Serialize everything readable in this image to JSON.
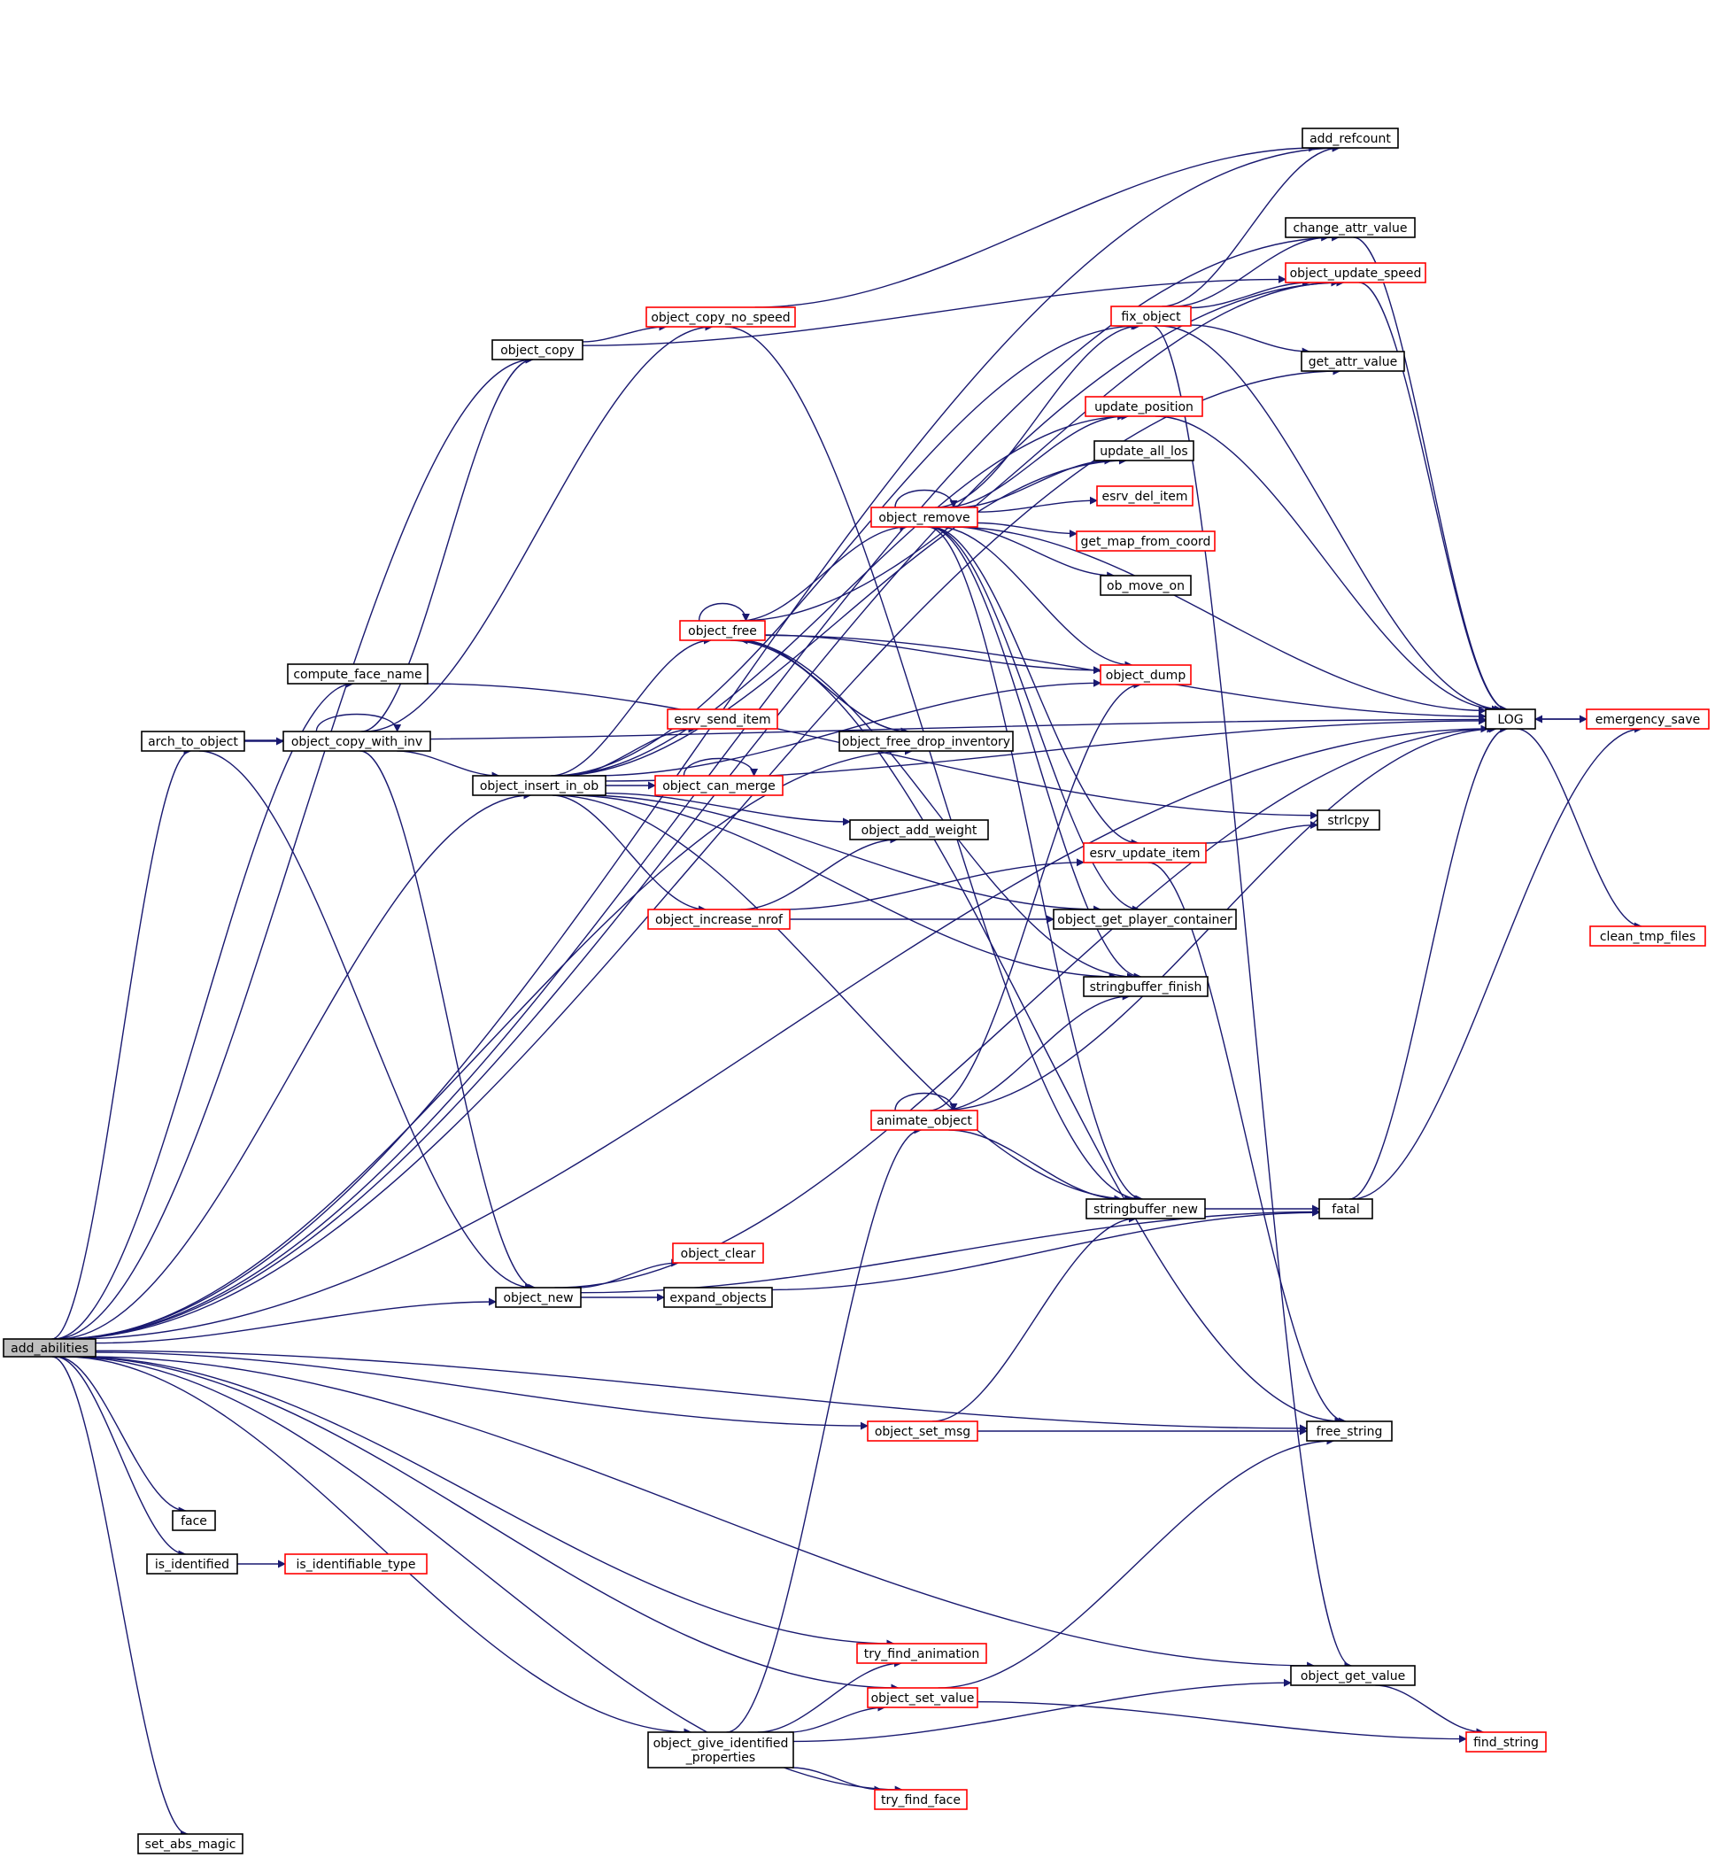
{
  "colors": {
    "edge": "#191970",
    "root_fill": "#bfbfbf",
    "root_border": "#000000",
    "complete_border": "#000000",
    "incomplete_border": "#ff0000",
    "node_fill": "#ffffff"
  },
  "nodes": [
    {
      "id": "add_abilities",
      "label": "add_abilities",
      "style": "root"
    },
    {
      "id": "add_refcount",
      "label": "add_refcount",
      "style": "black"
    },
    {
      "id": "change_attr_value",
      "label": "change_attr_value",
      "style": "black"
    },
    {
      "id": "object_update_speed",
      "label": "object_update_speed",
      "style": "red"
    },
    {
      "id": "fix_object",
      "label": "fix_object",
      "style": "red"
    },
    {
      "id": "get_attr_value",
      "label": "get_attr_value",
      "style": "black"
    },
    {
      "id": "object_copy_no_speed",
      "label": "object_copy_no_speed",
      "style": "red"
    },
    {
      "id": "object_copy",
      "label": "object_copy",
      "style": "black"
    },
    {
      "id": "update_position",
      "label": "update_position",
      "style": "red"
    },
    {
      "id": "update_all_los",
      "label": "update_all_los",
      "style": "black"
    },
    {
      "id": "object_remove",
      "label": "object_remove",
      "style": "red"
    },
    {
      "id": "esrv_del_item",
      "label": "esrv_del_item",
      "style": "red"
    },
    {
      "id": "get_map_from_coord",
      "label": "get_map_from_coord",
      "style": "red"
    },
    {
      "id": "ob_move_on",
      "label": "ob_move_on",
      "style": "black"
    },
    {
      "id": "object_free",
      "label": "object_free",
      "style": "red"
    },
    {
      "id": "object_dump",
      "label": "object_dump",
      "style": "red"
    },
    {
      "id": "compute_face_name",
      "label": "compute_face_name",
      "style": "black"
    },
    {
      "id": "LOG",
      "label": "LOG",
      "style": "black"
    },
    {
      "id": "emergency_save",
      "label": "emergency_save",
      "style": "red"
    },
    {
      "id": "esrv_send_item",
      "label": "esrv_send_item",
      "style": "red"
    },
    {
      "id": "arch_to_object",
      "label": "arch_to_object",
      "style": "black"
    },
    {
      "id": "object_copy_with_inv",
      "label": "object_copy_with_inv",
      "style": "black"
    },
    {
      "id": "object_free_drop_inventory",
      "label": "object_free_drop_inventory",
      "style": "black"
    },
    {
      "id": "object_insert_in_ob",
      "label": "object_insert_in_ob",
      "style": "black"
    },
    {
      "id": "object_can_merge",
      "label": "object_can_merge",
      "style": "red"
    },
    {
      "id": "strlcpy",
      "label": "strlcpy",
      "style": "black"
    },
    {
      "id": "object_add_weight",
      "label": "object_add_weight",
      "style": "black"
    },
    {
      "id": "esrv_update_item",
      "label": "esrv_update_item",
      "style": "red"
    },
    {
      "id": "object_increase_nrof",
      "label": "object_increase_nrof",
      "style": "red"
    },
    {
      "id": "object_get_player_container",
      "label": "object_get_player_container",
      "style": "black"
    },
    {
      "id": "clean_tmp_files",
      "label": "clean_tmp_files",
      "style": "red"
    },
    {
      "id": "stringbuffer_finish",
      "label": "stringbuffer_finish",
      "style": "black"
    },
    {
      "id": "animate_object",
      "label": "animate_object",
      "style": "red"
    },
    {
      "id": "stringbuffer_new",
      "label": "stringbuffer_new",
      "style": "black"
    },
    {
      "id": "fatal",
      "label": "fatal",
      "style": "black"
    },
    {
      "id": "object_clear",
      "label": "object_clear",
      "style": "red"
    },
    {
      "id": "object_new",
      "label": "object_new",
      "style": "black"
    },
    {
      "id": "expand_objects",
      "label": "expand_objects",
      "style": "black"
    },
    {
      "id": "object_set_msg",
      "label": "object_set_msg",
      "style": "red"
    },
    {
      "id": "free_string",
      "label": "free_string",
      "style": "black"
    },
    {
      "id": "face",
      "label": "face",
      "style": "black"
    },
    {
      "id": "is_identified",
      "label": "is_identified",
      "style": "black"
    },
    {
      "id": "is_identifiable_type",
      "label": "is_identifiable_type",
      "style": "red"
    },
    {
      "id": "try_find_animation",
      "label": "try_find_animation",
      "style": "red"
    },
    {
      "id": "object_get_value",
      "label": "object_get_value",
      "style": "black"
    },
    {
      "id": "object_set_value",
      "label": "object_set_value",
      "style": "red"
    },
    {
      "id": "find_string",
      "label": "find_string",
      "style": "red"
    },
    {
      "id": "object_give_identified_properties",
      "label": "object_give_identified\n_properties",
      "style": "black"
    },
    {
      "id": "try_find_face",
      "label": "try_find_face",
      "style": "red"
    },
    {
      "id": "set_abs_magic",
      "label": "set_abs_magic",
      "style": "black"
    }
  ],
  "edges": [
    [
      "add_abilities",
      "add_refcount"
    ],
    [
      "add_abilities",
      "change_attr_value"
    ],
    [
      "add_abilities",
      "object_update_speed"
    ],
    [
      "add_abilities",
      "get_attr_value"
    ],
    [
      "add_abilities",
      "LOG"
    ],
    [
      "add_abilities",
      "object_copy"
    ],
    [
      "add_abilities",
      "compute_face_name"
    ],
    [
      "add_abilities",
      "arch_to_object"
    ],
    [
      "add_abilities",
      "object_insert_in_ob"
    ],
    [
      "add_abilities",
      "object_free_drop_inventory"
    ],
    [
      "add_abilities",
      "object_new"
    ],
    [
      "add_abilities",
      "object_set_msg"
    ],
    [
      "add_abilities",
      "free_string"
    ],
    [
      "add_abilities",
      "face"
    ],
    [
      "add_abilities",
      "is_identified"
    ],
    [
      "add_abilities",
      "object_get_value"
    ],
    [
      "add_abilities",
      "try_find_animation"
    ],
    [
      "add_abilities",
      "object_set_value"
    ],
    [
      "add_abilities",
      "object_give_identified_properties"
    ],
    [
      "add_abilities",
      "try_find_face"
    ],
    [
      "add_abilities",
      "set_abs_magic"
    ],
    [
      "arch_to_object",
      "object_copy_with_inv"
    ],
    [
      "arch_to_object",
      "object_new"
    ],
    [
      "arch_to_object",
      "LOG"
    ],
    [
      "object_copy_with_inv",
      "object_copy_with_inv"
    ],
    [
      "object_copy_with_inv",
      "object_copy"
    ],
    [
      "object_copy_with_inv",
      "object_copy_no_speed"
    ],
    [
      "object_copy_with_inv",
      "object_insert_in_ob"
    ],
    [
      "object_copy_with_inv",
      "object_new"
    ],
    [
      "object_copy",
      "object_copy_no_speed"
    ],
    [
      "object_copy",
      "object_update_speed"
    ],
    [
      "object_copy_no_speed",
      "add_refcount"
    ],
    [
      "object_copy_no_speed",
      "stringbuffer_new"
    ],
    [
      "compute_face_name",
      "strlcpy"
    ],
    [
      "object_insert_in_ob",
      "object_free"
    ],
    [
      "object_insert_in_ob",
      "esrv_send_item"
    ],
    [
      "object_insert_in_ob",
      "object_can_merge"
    ],
    [
      "object_insert_in_ob",
      "object_add_weight"
    ],
    [
      "object_insert_in_ob",
      "object_increase_nrof"
    ],
    [
      "object_insert_in_ob",
      "fix_object"
    ],
    [
      "object_insert_in_ob",
      "update_position"
    ],
    [
      "object_insert_in_ob",
      "update_all_los"
    ],
    [
      "object_insert_in_ob",
      "object_dump"
    ],
    [
      "object_insert_in_ob",
      "object_get_player_container"
    ],
    [
      "object_insert_in_ob",
      "stringbuffer_finish"
    ],
    [
      "object_insert_in_ob",
      "LOG"
    ],
    [
      "object_insert_in_ob",
      "stringbuffer_new"
    ],
    [
      "object_can_merge",
      "object_can_merge"
    ],
    [
      "object_increase_nrof",
      "object_add_weight"
    ],
    [
      "object_increase_nrof",
      "esrv_update_item"
    ],
    [
      "object_increase_nrof",
      "object_get_player_container"
    ],
    [
      "object_free",
      "object_free"
    ],
    [
      "object_free",
      "object_remove"
    ],
    [
      "object_free",
      "object_free_drop_inventory"
    ],
    [
      "object_free",
      "object_dump"
    ],
    [
      "object_free",
      "LOG"
    ],
    [
      "object_free",
      "object_update_speed"
    ],
    [
      "object_free",
      "free_string"
    ],
    [
      "object_free",
      "stringbuffer_finish"
    ],
    [
      "object_free_drop_inventory",
      "object_free"
    ],
    [
      "object_remove",
      "object_remove"
    ],
    [
      "object_remove",
      "fix_object"
    ],
    [
      "object_remove",
      "update_position"
    ],
    [
      "object_remove",
      "update_all_los"
    ],
    [
      "object_remove",
      "esrv_del_item"
    ],
    [
      "object_remove",
      "get_map_from_coord"
    ],
    [
      "object_remove",
      "ob_move_on"
    ],
    [
      "object_remove",
      "object_dump"
    ],
    [
      "object_remove",
      "LOG"
    ],
    [
      "object_remove",
      "esrv_update_item"
    ],
    [
      "object_remove",
      "object_get_player_container"
    ],
    [
      "object_remove",
      "stringbuffer_finish"
    ],
    [
      "object_remove",
      "stringbuffer_new"
    ],
    [
      "fix_object",
      "add_refcount"
    ],
    [
      "fix_object",
      "change_attr_value"
    ],
    [
      "fix_object",
      "object_update_speed"
    ],
    [
      "fix_object",
      "get_attr_value"
    ],
    [
      "fix_object",
      "LOG"
    ],
    [
      "fix_object",
      "object_get_value"
    ],
    [
      "change_attr_value",
      "LOG"
    ],
    [
      "object_update_speed",
      "LOG"
    ],
    [
      "update_position",
      "LOG"
    ],
    [
      "esrv_update_item",
      "strlcpy"
    ],
    [
      "esrv_update_item",
      "free_string"
    ],
    [
      "LOG",
      "emergency_save"
    ],
    [
      "LOG",
      "clean_tmp_files"
    ],
    [
      "emergency_save",
      "LOG"
    ],
    [
      "animate_object",
      "animate_object"
    ],
    [
      "animate_object",
      "object_dump"
    ],
    [
      "animate_object",
      "stringbuffer_finish"
    ],
    [
      "animate_object",
      "LOG"
    ],
    [
      "animate_object",
      "stringbuffer_new"
    ],
    [
      "stringbuffer_new",
      "fatal"
    ],
    [
      "fatal",
      "LOG"
    ],
    [
      "fatal",
      "emergency_save"
    ],
    [
      "object_new",
      "object_clear"
    ],
    [
      "object_new",
      "expand_objects"
    ],
    [
      "object_new",
      "fatal"
    ],
    [
      "object_new",
      "LOG"
    ],
    [
      "expand_objects",
      "fatal"
    ],
    [
      "object_set_msg",
      "stringbuffer_new"
    ],
    [
      "object_set_msg",
      "free_string"
    ],
    [
      "is_identified",
      "is_identifiable_type"
    ],
    [
      "object_set_value",
      "free_string"
    ],
    [
      "object_set_value",
      "find_string"
    ],
    [
      "object_get_value",
      "find_string"
    ],
    [
      "object_give_identified_properties",
      "animate_object"
    ],
    [
      "object_give_identified_properties",
      "try_find_animation"
    ],
    [
      "object_give_identified_properties",
      "object_set_value"
    ],
    [
      "object_give_identified_properties",
      "object_get_value"
    ],
    [
      "object_give_identified_properties",
      "try_find_face"
    ]
  ]
}
